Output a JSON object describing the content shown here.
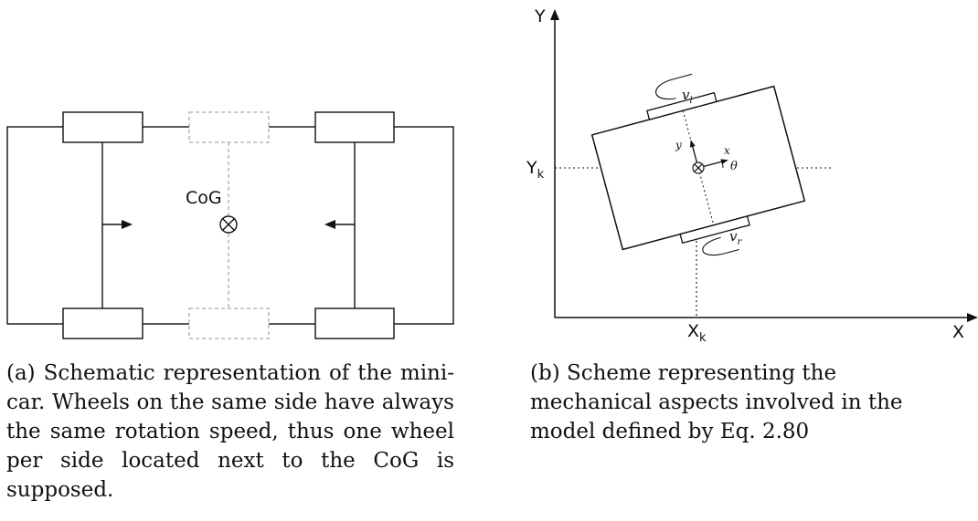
{
  "figure_a": {
    "cog_label": "CoG",
    "caption": "(a) Schematic representation of the mini-car. Wheels on the same side have always the same rotation speed, thus one wheel per side located next to the CoG is supposed."
  },
  "figure_b": {
    "axis_y_label": "Y",
    "axis_x_label": "X",
    "yk_label": "Y",
    "yk_sub": "k",
    "xk_label": "X",
    "xk_sub": "k",
    "vl_label": "v",
    "vl_sub": "l",
    "vr_label": "v",
    "vr_sub": "r",
    "local_x_label": "x",
    "local_y_label": "y",
    "theta_label": "θ",
    "caption": "(b) Scheme representing the mechanical aspects involved in the model defined by Eq. 2.80"
  }
}
